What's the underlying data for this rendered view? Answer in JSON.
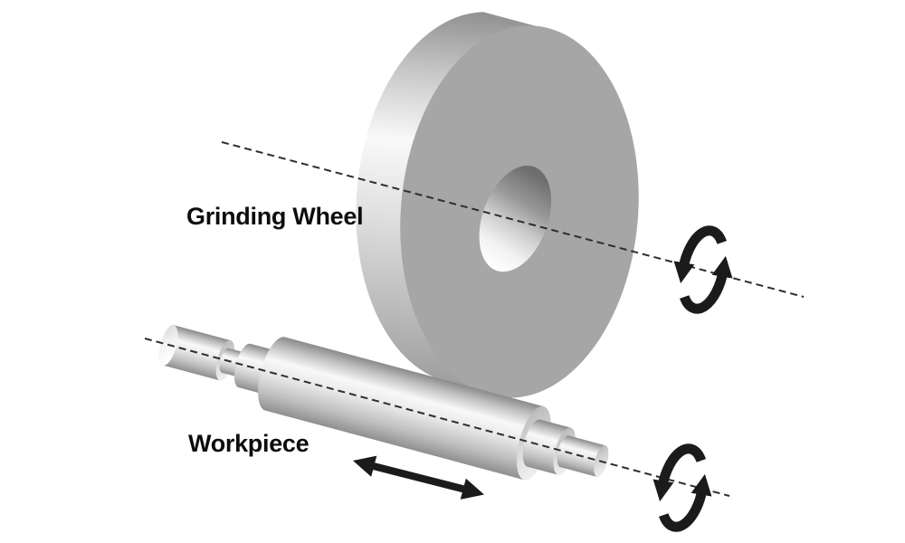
{
  "figure": {
    "subject": "Cylindrical grinding illustration with grinding wheel and workpiece",
    "background_color": "#ffffff",
    "labels": {
      "grinding_wheel": "Grinding Wheel",
      "workpiece": "Workpiece"
    },
    "colors": {
      "object_gray": "#a6a6a6",
      "highlight_gray": "#f8f8f8",
      "ink_black": "#1b1b1b",
      "axis_dash": "#2e2e2e"
    },
    "icons": [
      "wheel-axis-dashed-line",
      "wheel-rotation-icon",
      "workpiece-axis-dashed-line",
      "workpiece-rotation-icon",
      "traverse-double-arrow-icon"
    ]
  }
}
